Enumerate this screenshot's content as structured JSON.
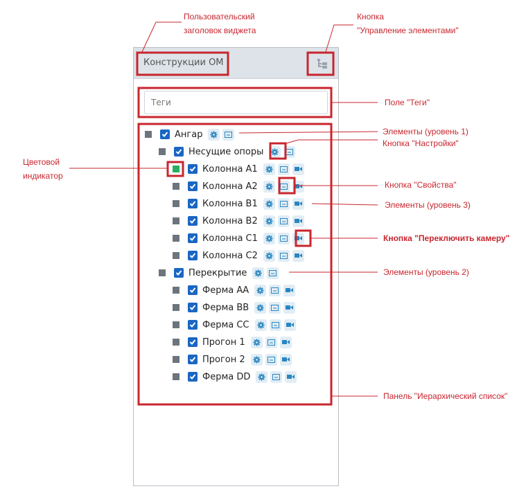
{
  "widget": {
    "title": "Конструкции ОМ",
    "tree_button_icon": "tree-structure-icon",
    "tags_placeholder": "Теги"
  },
  "tree": [
    {
      "label": "Ангар",
      "level": 1,
      "indicator": "#6c757d",
      "camera": false
    },
    {
      "label": "Несущие опоры",
      "level": 2,
      "indicator": "#6c757d",
      "camera": false
    },
    {
      "label": "Колонна А1",
      "level": 3,
      "indicator": "#27ae60",
      "camera": true
    },
    {
      "label": "Колонна А2",
      "level": 3,
      "indicator": "#6c757d",
      "camera": true
    },
    {
      "label": "Колонна В1",
      "level": 3,
      "indicator": "#6c757d",
      "camera": true
    },
    {
      "label": "Колонна В2",
      "level": 3,
      "indicator": "#6c757d",
      "camera": true
    },
    {
      "label": "Колонна С1",
      "level": 3,
      "indicator": "#6c757d",
      "camera": true
    },
    {
      "label": "Колонна С2",
      "level": 3,
      "indicator": "#6c757d",
      "camera": true
    },
    {
      "label": "Перекрытие",
      "level": 2,
      "indicator": "#6c757d",
      "camera": false
    },
    {
      "label": "Ферма АА",
      "level": 3,
      "indicator": "#6c757d",
      "camera": true
    },
    {
      "label": "Ферма ВВ",
      "level": 3,
      "indicator": "#6c757d",
      "camera": true
    },
    {
      "label": "Ферма СС",
      "level": 3,
      "indicator": "#6c757d",
      "camera": true
    },
    {
      "label": "Прогон 1",
      "level": 3,
      "indicator": "#6c757d",
      "camera": true
    },
    {
      "label": "Прогон 2",
      "level": 3,
      "indicator": "#6c757d",
      "camera": true
    },
    {
      "label": "Ферма DD",
      "level": 3,
      "indicator": "#6c757d",
      "camera": true
    }
  ],
  "annotations": {
    "header_1": "Пользовательский",
    "header_2": "заголовок виджета",
    "tree_btn_1": "Кнопка",
    "tree_btn_2": "\"Управление элементами\"",
    "tags": "Поле \"Теги\"",
    "level1": "Элементы (уровень 1)",
    "settings": "Кнопка \"Настройки\"",
    "indicator_1": "Цветовой",
    "indicator_2": "индикатор",
    "properties": "Кнопка \"Свойства\"",
    "level3": "Элементы (уровень 3)",
    "camera": "Кнопка \"Переключить камеру\"",
    "level2": "Элементы (уровень 2)",
    "panel": "Панель \"Иерархический список\""
  },
  "colors": {
    "accent": "#1a66c4",
    "annotation": "#c8262e",
    "header_bg": "#dde3e8"
  }
}
